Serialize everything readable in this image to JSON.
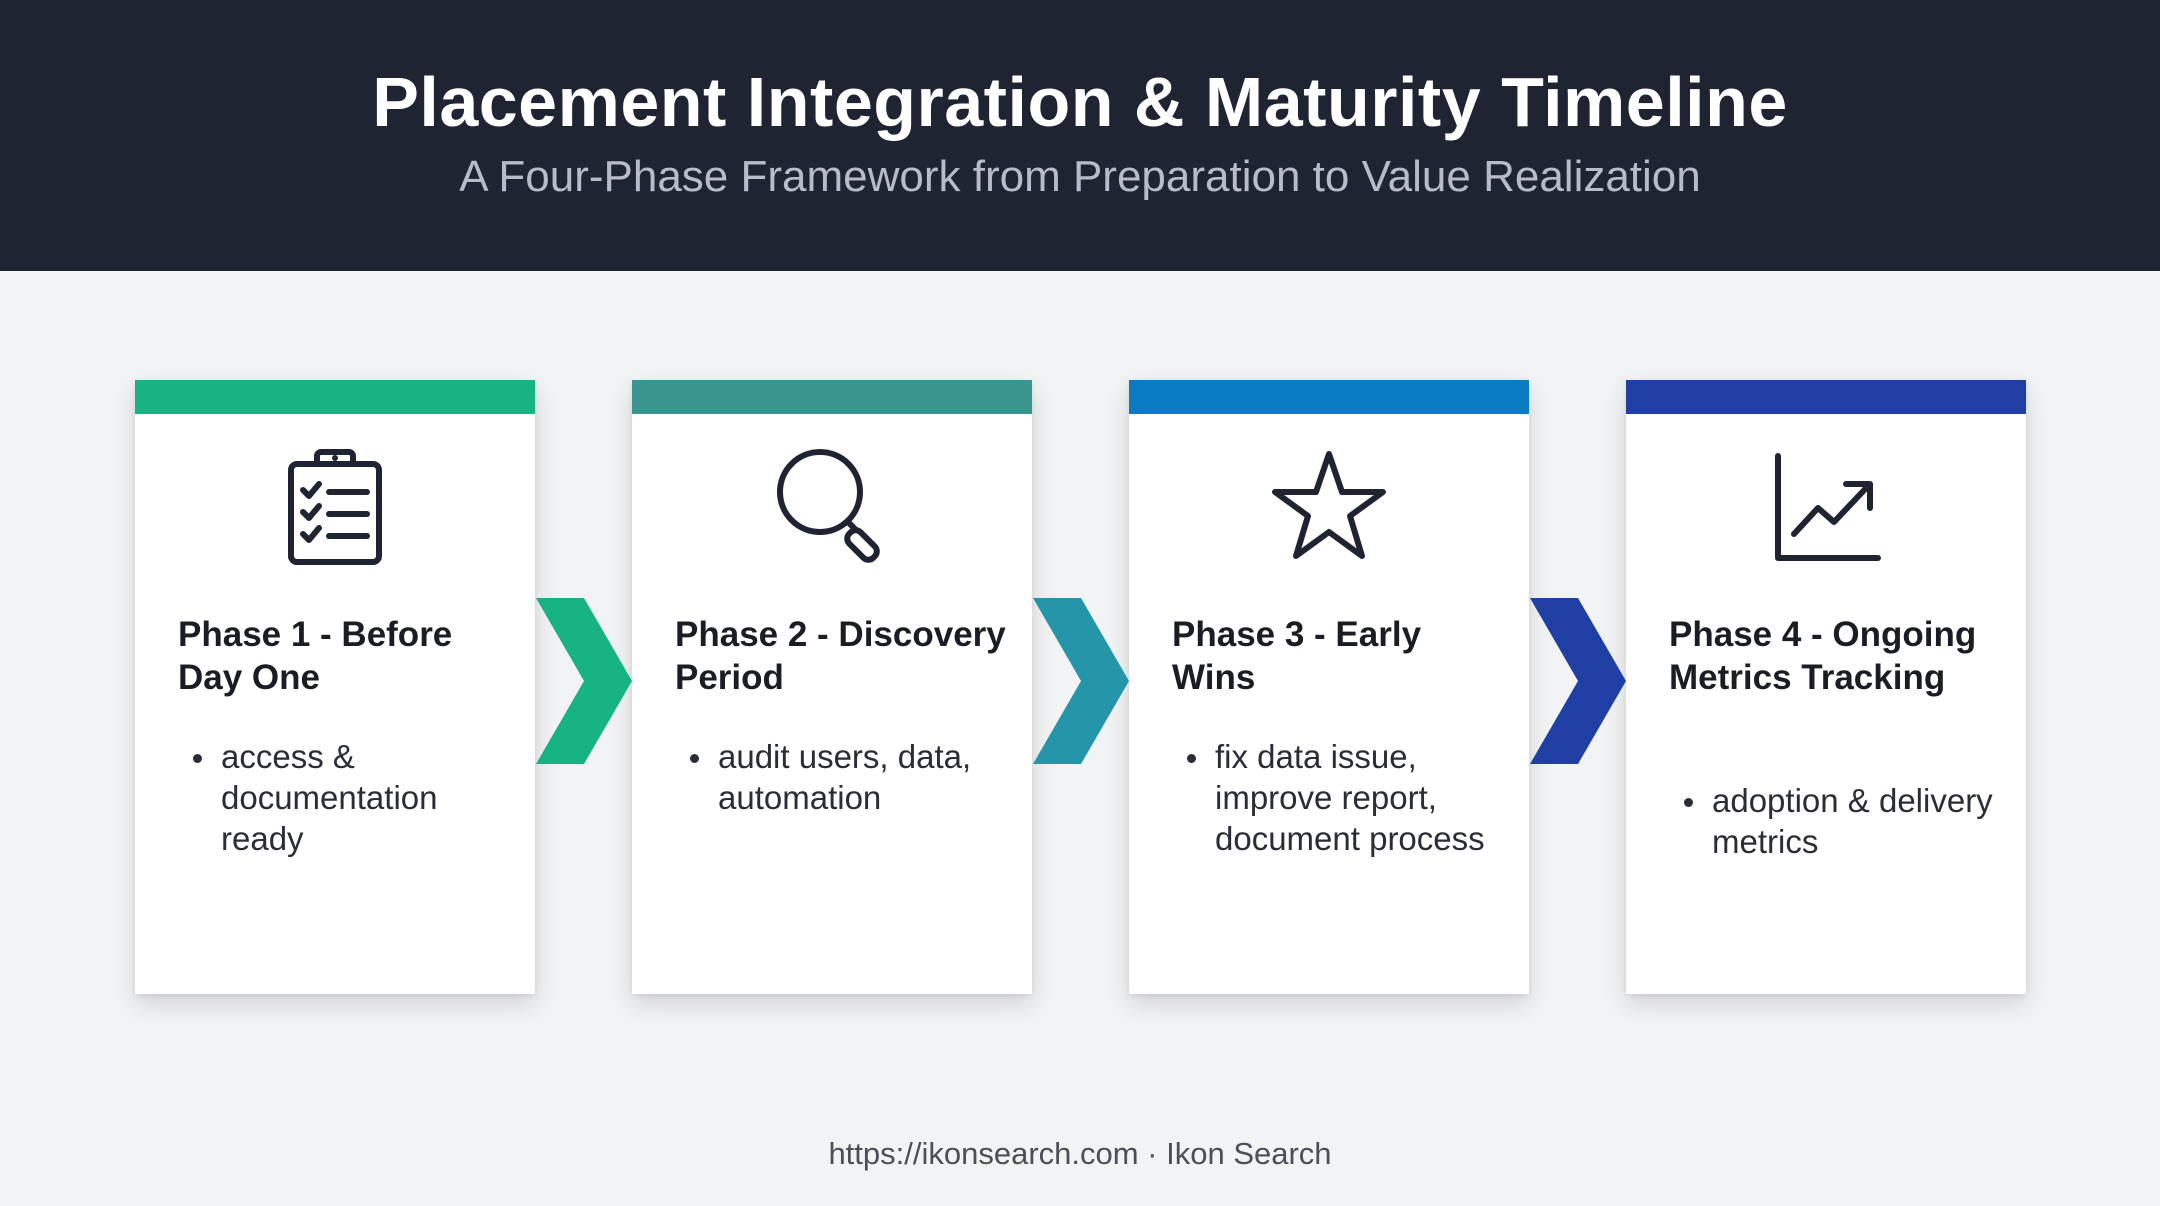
{
  "header": {
    "title": "Placement Integration & Maturity Timeline",
    "subtitle": "A Four-Phase Framework from Preparation to Value Realization"
  },
  "phases": [
    {
      "title": "Phase 1 - Before Day One",
      "bullets": [
        "access & documentation ready"
      ],
      "icon": "clipboard-checklist-icon",
      "color": "#17b382"
    },
    {
      "title": "Phase 2 - Discovery Period",
      "bullets": [
        "audit users, data, automation"
      ],
      "icon": "magnifying-glass-icon",
      "color": "#3a9590"
    },
    {
      "title": "Phase 3 - Early Wins",
      "bullets": [
        "fix data issue, improve report, document process"
      ],
      "icon": "star-icon",
      "color": "#0a7cc3"
    },
    {
      "title": "Phase 4 - Ongoing Metrics Tracking",
      "bullets": [
        "adoption & delivery metrics"
      ],
      "icon": "trending-chart-icon",
      "color": "#1f3fa5"
    }
  ],
  "arrow_colors": [
    "#17b382",
    "#2596a9",
    "#1f3fa5"
  ],
  "footer": {
    "text": "https://ikonsearch.com · Ikon Search"
  }
}
